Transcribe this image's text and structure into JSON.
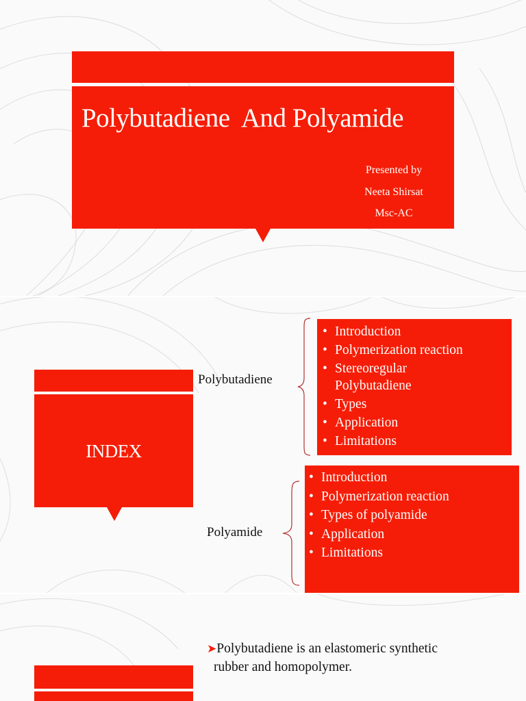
{
  "title_slide": {
    "title": "Polybutadiene  And Polyamide",
    "presented_by": "Presented by",
    "presenter": "Neeta Shirsat",
    "course": "Msc-AC"
  },
  "index_slide": {
    "heading": "INDEX",
    "groups": [
      {
        "label": "Polybutadiene",
        "items": [
          "Introduction",
          "Polymerization reaction",
          "Stereoregular Polybutadiene",
          "Types",
          "Application",
          "Limitations"
        ]
      },
      {
        "label": "Polyamide",
        "items": [
          "Introduction",
          "Polymerization reaction",
          "Types of polyamide",
          "Application",
          "Limitations"
        ]
      }
    ]
  },
  "intro_slide": {
    "bullet_line1": "Polybutadiene is an elastomeric synthetic",
    "bullet_line2": "rubber and homopolymer."
  },
  "colors": {
    "accent": "#f51d07",
    "background": "#fafafa",
    "text": "#111111"
  },
  "icons": {
    "bullet_marker": "arrow-bullet-icon",
    "group_brace": "curly-brace-icon"
  }
}
